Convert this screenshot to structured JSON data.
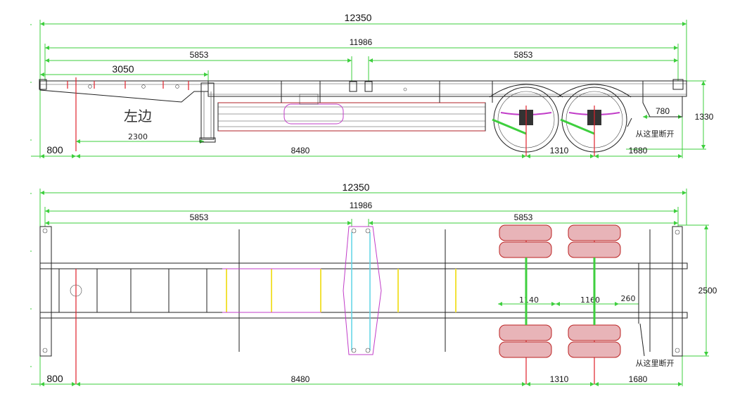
{
  "side_view": {
    "dims": {
      "total_length": "12350",
      "kingpin_span": "11986",
      "front_segment": "5853",
      "rear_segment": "5853",
      "kingpin_offset": "3050",
      "landing_gear": "2300",
      "front_overhang": "800",
      "wheelbase": "8480",
      "axle_spacing": "1310",
      "rear_overhang": "1680",
      "rear_notch": "780",
      "height": "1330"
    },
    "left_label": "左边",
    "cut_note": "从这里断开"
  },
  "top_view": {
    "dims": {
      "total_length": "12350",
      "kingpin_span": "11986",
      "front_segment": "5853",
      "rear_segment": "5853",
      "front_overhang": "800",
      "wheelbase": "8480",
      "axle_spacing": "1310",
      "rear_overhang": "1680",
      "width": "2500",
      "axle_track_1": "1140",
      "axle_track_2": "1160",
      "offset": "260"
    },
    "cut_note": "从这里断开"
  },
  "colors": {
    "dimension": "#3ecf3e",
    "centerline": "#e0202a",
    "outline": "#222222",
    "tire_fill": "#e8b4b8",
    "crossmember_yellow": "#f2e23a",
    "crossmember_cyan": "#5fd3e6",
    "magenta": "#c13cc8"
  }
}
